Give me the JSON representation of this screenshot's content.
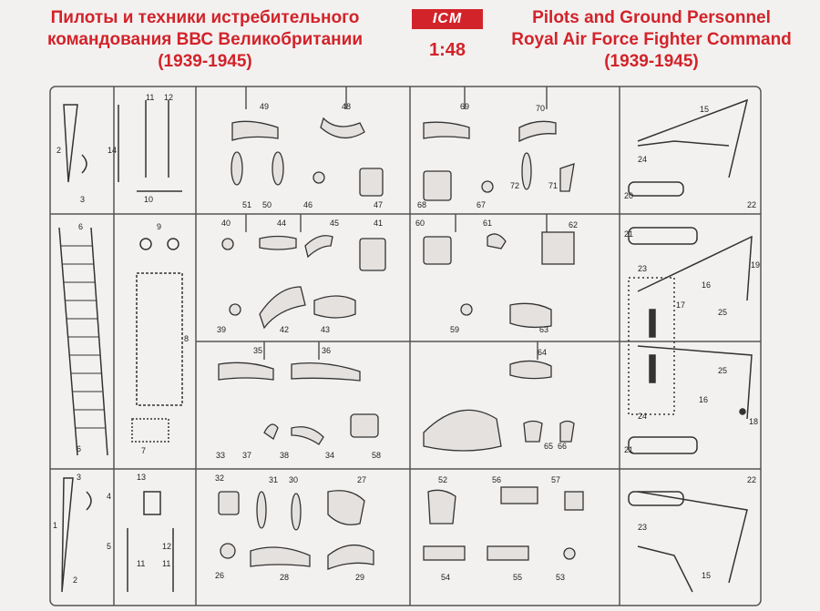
{
  "header": {
    "title_ru_lines": [
      "Пилоты и техники истребительного",
      "командования ВВС Великобритании",
      "(1939-1945)"
    ],
    "title_en_lines": [
      "Pilots and Ground Personnel",
      "Royal Air Force Fighter Command",
      "(1939-1945)"
    ],
    "brand": "ICM",
    "scale": "1:48",
    "accent_color": "#d2232a"
  },
  "part_numbers": {
    "left_top": [
      "11",
      "12",
      "2",
      "14",
      "3",
      "10"
    ],
    "left_mid": [
      "6",
      "9",
      "8",
      "6",
      "7"
    ],
    "left_bottom": [
      "3",
      "13",
      "4",
      "1",
      "5",
      "12",
      "11",
      "11",
      "2"
    ],
    "block_a": [
      "49",
      "48",
      "51",
      "50",
      "46",
      "47"
    ],
    "block_b": [
      "69",
      "70",
      "72",
      "71",
      "68",
      "67"
    ],
    "block_c": [
      "40",
      "44",
      "45",
      "41",
      "39",
      "42",
      "43"
    ],
    "block_d": [
      "60",
      "61",
      "62",
      "59",
      "63"
    ],
    "block_e": [
      "35",
      "36",
      "33",
      "37",
      "38",
      "34",
      "58"
    ],
    "block_f": [
      "64",
      "65",
      "66"
    ],
    "block_g": [
      "32",
      "31",
      "30",
      "27",
      "26",
      "28",
      "29"
    ],
    "block_h": [
      "52",
      "56",
      "57",
      "54",
      "55",
      "53"
    ],
    "right": [
      "15",
      "24",
      "20",
      "22",
      "21",
      "23",
      "19",
      "16",
      "17",
      "25",
      "25",
      "16",
      "18",
      "24",
      "21",
      "22",
      "23",
      "15"
    ]
  }
}
